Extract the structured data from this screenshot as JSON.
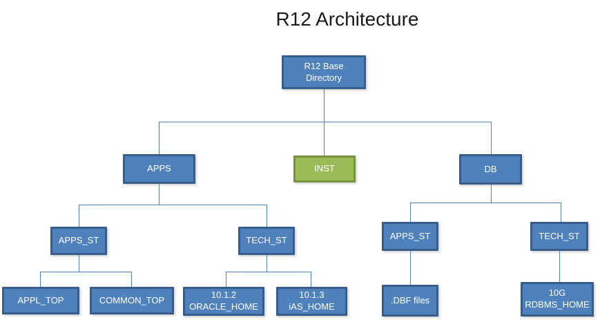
{
  "title": "R12 Architecture",
  "colors": {
    "node_blue_fill": "#4F81BD",
    "node_blue_border": "#385D8A",
    "node_green_fill": "#9BBB59",
    "node_green_border": "#76923C",
    "connector": "#4F81BD",
    "title_text": "#1a1a1a",
    "node_text": "#ffffff"
  },
  "nodes": {
    "root": {
      "label": "R12 Base\nDirectory",
      "color": "blue"
    },
    "apps": {
      "label": "APPS",
      "color": "blue"
    },
    "inst": {
      "label": "INST",
      "color": "green"
    },
    "db": {
      "label": "DB",
      "color": "blue"
    },
    "apps_st_left": {
      "label": "APPS_ST",
      "color": "blue"
    },
    "tech_st_left": {
      "label": "TECH_ST",
      "color": "blue"
    },
    "appl_top": {
      "label": "APPL_TOP",
      "color": "blue"
    },
    "common_top": {
      "label": "COMMON_TOP",
      "color": "blue"
    },
    "oracle_home": {
      "label": "10.1.2\nORACLE_HOME",
      "color": "blue"
    },
    "ias_home": {
      "label": "10.1.3\niAS_HOME",
      "color": "blue"
    },
    "apps_st_right": {
      "label": "APPS_ST",
      "color": "blue"
    },
    "tech_st_right": {
      "label": "TECH_ST",
      "color": "blue"
    },
    "dbf_files": {
      "label": ".DBF files",
      "color": "blue"
    },
    "rdbms_home": {
      "label": "10G\nRDBMS_HOME",
      "color": "blue"
    }
  },
  "edges": [
    [
      "root",
      "apps"
    ],
    [
      "root",
      "inst"
    ],
    [
      "root",
      "db"
    ],
    [
      "apps",
      "apps_st_left"
    ],
    [
      "apps",
      "tech_st_left"
    ],
    [
      "apps_st_left",
      "appl_top"
    ],
    [
      "apps_st_left",
      "common_top"
    ],
    [
      "tech_st_left",
      "oracle_home"
    ],
    [
      "tech_st_left",
      "ias_home"
    ],
    [
      "db",
      "apps_st_right"
    ],
    [
      "db",
      "tech_st_right"
    ],
    [
      "apps_st_right",
      "dbf_files"
    ],
    [
      "tech_st_right",
      "rdbms_home"
    ]
  ]
}
